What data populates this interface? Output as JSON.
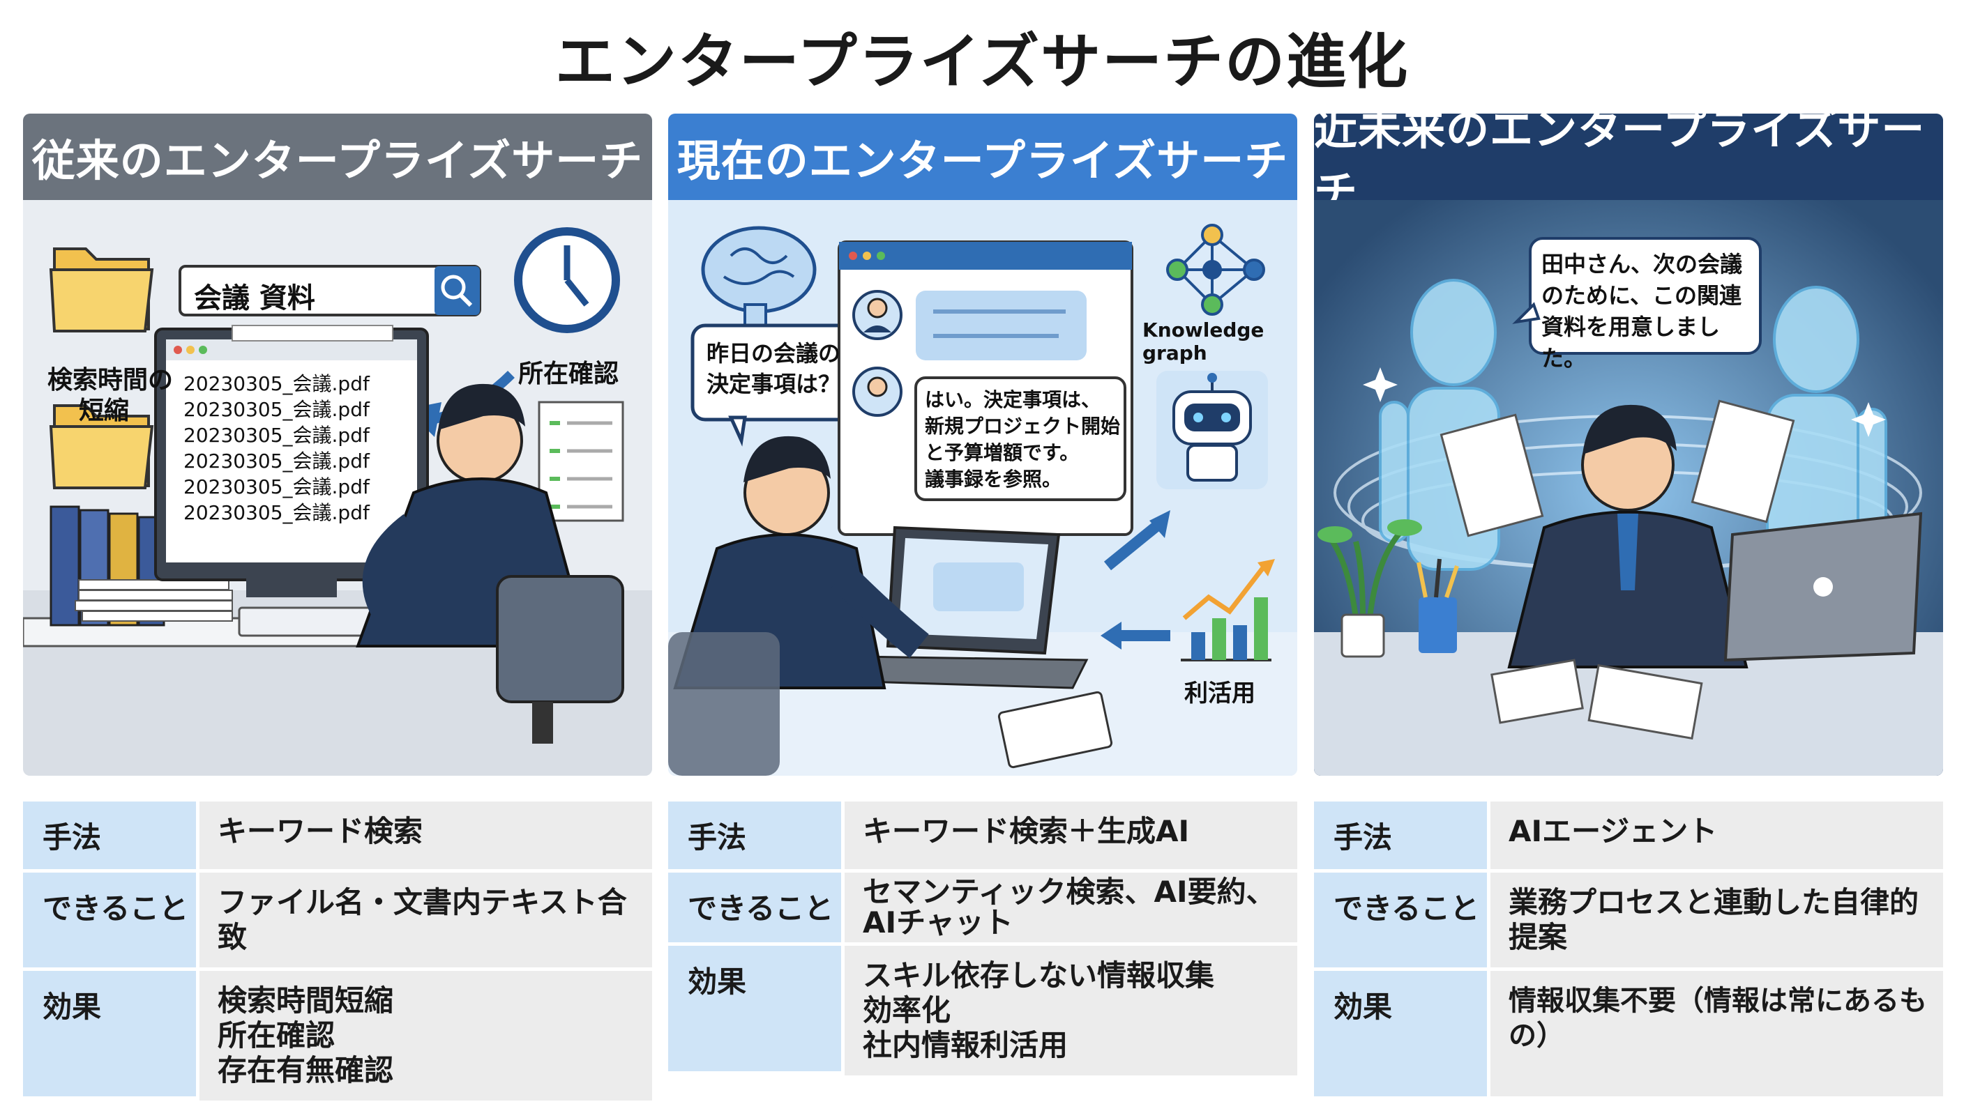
{
  "title": "エンタープライズサーチの進化",
  "panels": [
    {
      "header": "従来のエンタープライズサーチ",
      "search_query": "会議 資料",
      "labels": {
        "time": "検索時間の\n短縮",
        "location": "所在確認"
      },
      "files": [
        "20230305_会議.pdf",
        "20230305_会議.pdf",
        "20230305_会議.pdf",
        "20230305_会議.pdf",
        "20230305_会議.pdf",
        "20230305_会議.pdf"
      ]
    },
    {
      "header": "現在のエンタープライズサーチ",
      "question": "昨日の会議の\n決定事項は？",
      "answer": "はい。決定事項は、\n新規プロジェクト開始\nと予算増額です。\n議事録を参照。",
      "knowledge_graph": "Knowledge graph",
      "utilize": "利活用"
    },
    {
      "header": "近未来のエンタープライズサーチ",
      "agent_message": "田中さん、次の会議\nのために、この関連\n資料を用意しました。"
    }
  ],
  "tables": [
    {
      "rows": [
        {
          "key": "手法",
          "value": "キーワード検索"
        },
        {
          "key": "できること",
          "value": "ファイル名・文書内テキスト合致"
        },
        {
          "key": "効果",
          "value": "検索時間短縮\n所在確認\n存在有無確認"
        }
      ]
    },
    {
      "rows": [
        {
          "key": "手法",
          "value": "キーワード検索＋生成AI"
        },
        {
          "key": "できること",
          "value": "セマンティック検索、AI要約、\nAIチャット"
        },
        {
          "key": "効果",
          "value": "スキル依存しない情報収集\n効率化\n社内情報利活用"
        }
      ]
    },
    {
      "rows": [
        {
          "key": "手法",
          "value": "AIエージェント"
        },
        {
          "key": "できること",
          "value": "業務プロセスと連動した自律的提案"
        },
        {
          "key": "効果",
          "value": "情報収集不要（情報は常にあるもの）"
        }
      ]
    }
  ],
  "icons": [
    "folder-icon",
    "search-icon",
    "clock-icon",
    "brain-icon",
    "network-icon",
    "robot-icon",
    "chart-icon"
  ],
  "colors": {
    "panel1_header": "#6b737d",
    "panel2_header": "#3b7fd1",
    "panel3_header": "#1f3d69",
    "key_cell": "#cfe4f7",
    "value_cell": "#ececec"
  }
}
